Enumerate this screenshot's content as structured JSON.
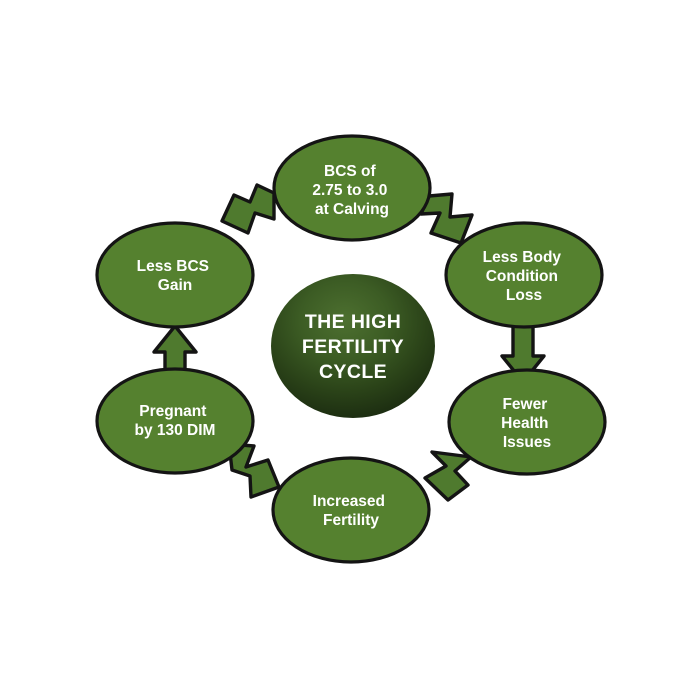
{
  "diagram": {
    "title": "THE HIGH FERTILITY CYCLE",
    "hub": {
      "line1": "THE HIGH",
      "line2": "FERTILITY",
      "line3": "CYCLE"
    },
    "colors": {
      "node_fill": "#55812f",
      "node_stroke": "#141414",
      "hub_light": "#4a6b2c",
      "hub_mid": "#34501f",
      "hub_dark": "#1c2d12",
      "arrow_fill": "#4f7a2e",
      "arrow_stroke": "#141414",
      "label_text": "#ffffff",
      "background": "#ffffff"
    },
    "nodes": [
      {
        "id": "bcs-at-calving",
        "position": "top",
        "lines": [
          "BCS of",
          "2.75 to 3.0",
          "at Calving"
        ]
      },
      {
        "id": "less-body-condition-loss",
        "position": "top-right",
        "lines": [
          "Less Body",
          "Condition",
          "Loss"
        ]
      },
      {
        "id": "fewer-health-issues",
        "position": "bottom-right",
        "lines": [
          "Fewer",
          "Health",
          "Issues"
        ]
      },
      {
        "id": "increased-fertility",
        "position": "bottom",
        "lines": [
          "Increased",
          "Fertility"
        ]
      },
      {
        "id": "pregnant-by-130-dim",
        "position": "bottom-left",
        "lines": [
          "Pregnant",
          "by 130 DIM"
        ]
      },
      {
        "id": "less-bcs-gain",
        "position": "top-left",
        "lines": [
          "Less BCS",
          "Gain"
        ]
      }
    ],
    "arrows": [
      {
        "id": "arrow-calving-to-condition",
        "direction": "down-right",
        "from": "bcs-at-calving",
        "to": "less-body-condition-loss"
      },
      {
        "id": "arrow-condition-to-health",
        "direction": "down",
        "from": "less-body-condition-loss",
        "to": "fewer-health-issues"
      },
      {
        "id": "arrow-health-to-fertility",
        "direction": "down-left",
        "from": "fewer-health-issues",
        "to": "increased-fertility"
      },
      {
        "id": "arrow-fertility-to-pregnant",
        "direction": "up-left",
        "from": "increased-fertility",
        "to": "pregnant-by-130-dim"
      },
      {
        "id": "arrow-pregnant-to-bcs-gain",
        "direction": "up",
        "from": "pregnant-by-130-dim",
        "to": "less-bcs-gain"
      },
      {
        "id": "arrow-bcs-gain-to-calving",
        "direction": "up-right",
        "from": "less-bcs-gain",
        "to": "bcs-at-calving"
      }
    ]
  }
}
